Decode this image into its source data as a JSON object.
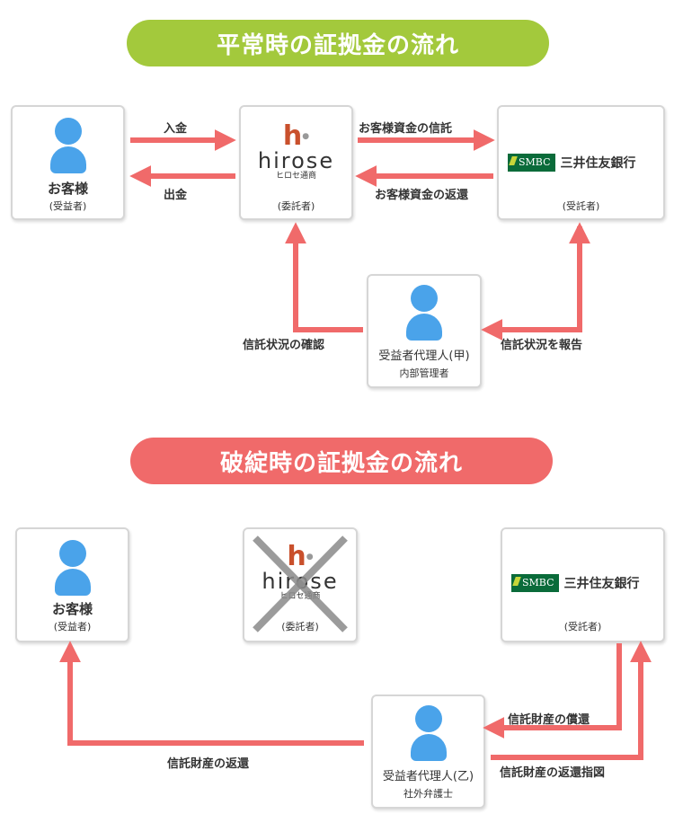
{
  "normal": {
    "title": "平常時の証拠金の流れ",
    "customer": {
      "name": "お客様",
      "role": "(受益者)"
    },
    "hirose": {
      "mark": "h",
      "word": "hirose",
      "jp": "ヒロセ通商",
      "role": "(委託者)"
    },
    "bank": {
      "logo": "SMBC",
      "name": "三井住友銀行",
      "role": "(受託者)"
    },
    "agent": {
      "name": "受益者代理人(甲)",
      "sub": "内部管理者"
    },
    "arrows": {
      "deposit": "入金",
      "withdraw": "出金",
      "trust": "お客様資金の信託",
      "return": "お客様資金の返還",
      "confirm": "信託状況の確認",
      "report": "信託状況を報告"
    }
  },
  "bankruptcy": {
    "title": "破綻時の証拠金の流れ",
    "customer": {
      "name": "お客様",
      "role": "(受益者)"
    },
    "hirose": {
      "mark": "h",
      "word": "hirose",
      "jp": "ヒロセ通商",
      "role": "(委託者)"
    },
    "bank": {
      "logo": "SMBC",
      "name": "三井住友銀行",
      "role": "(受託者)"
    },
    "agent": {
      "name": "受益者代理人(乙)",
      "sub": "社外弁護士"
    },
    "arrows": {
      "property_return": "信託財産の返還",
      "redemption": "信託財産の償還",
      "instruction": "信託財産の返還指図"
    }
  },
  "colors": {
    "green": "#a3c93c",
    "red": "#f06a6a",
    "arrow": "#f06a6a",
    "person": "#4aa3ea",
    "smbc": "#0a6b3a"
  }
}
